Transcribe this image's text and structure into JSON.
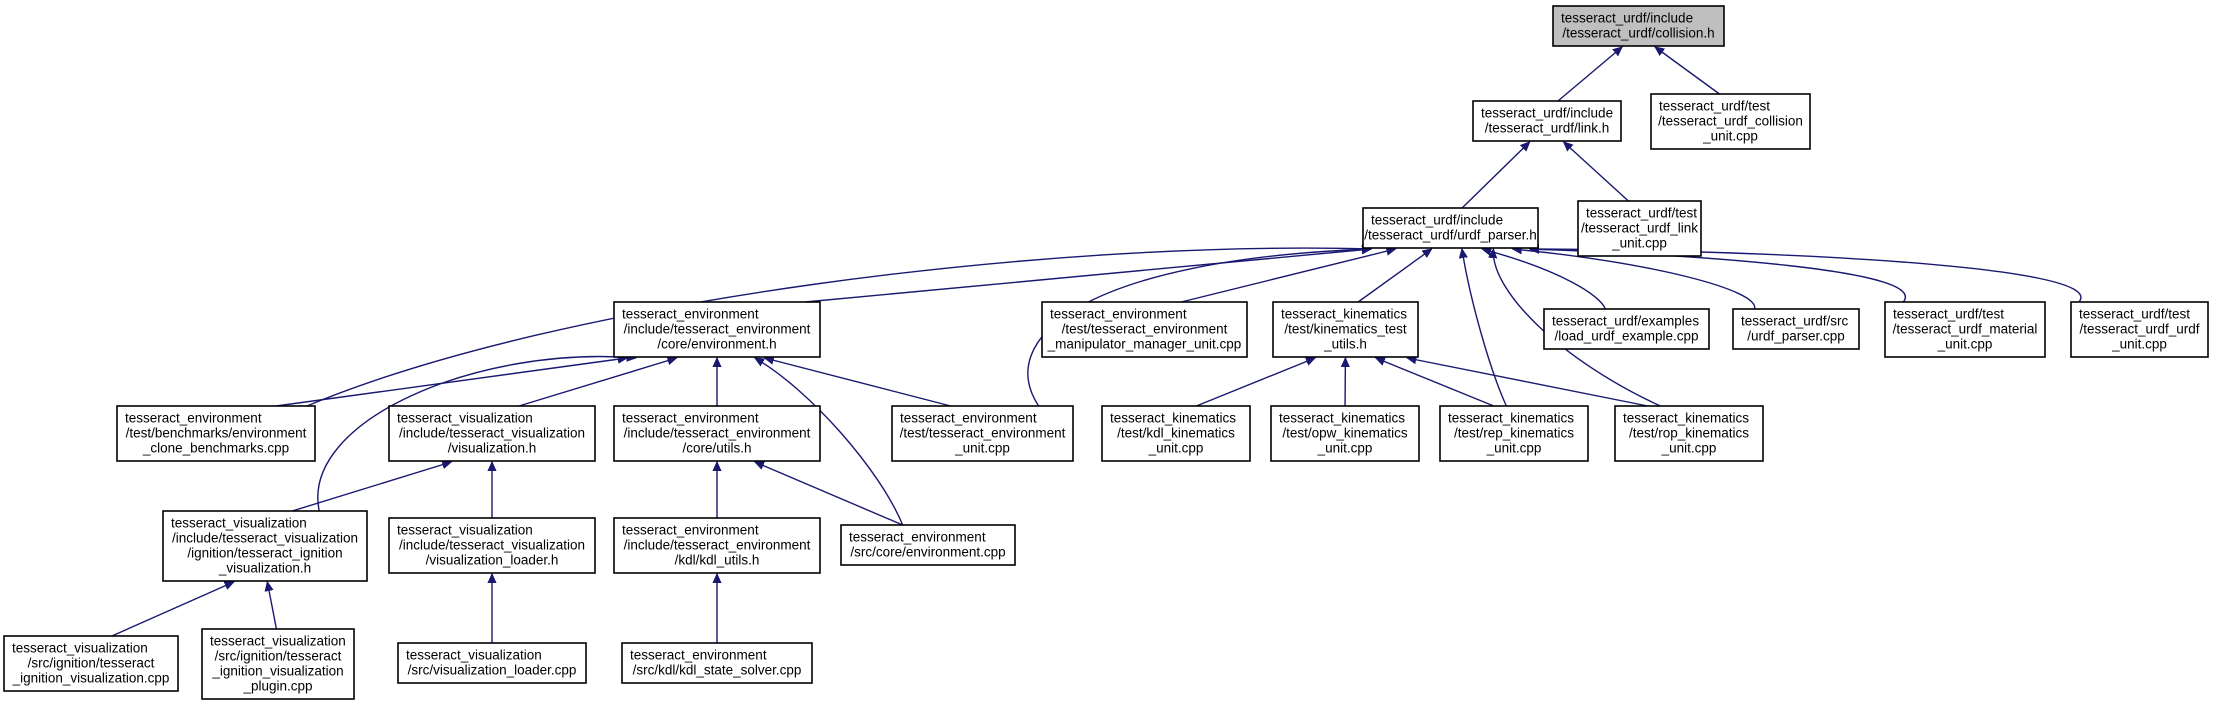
{
  "diagram": {
    "type": "include-dependency-graph",
    "colors": {
      "edge": "#191970",
      "root_fill": "#bfbfbf",
      "node_fill": "#ffffff",
      "node_border": "#000000"
    },
    "nodes": [
      {
        "id": "collision_h",
        "lines": [
          "tesseract_urdf/include",
          "/tesseract_urdf/collision.h"
        ],
        "root": true
      },
      {
        "id": "link_h",
        "lines": [
          "tesseract_urdf/include",
          "/tesseract_urdf/link.h"
        ]
      },
      {
        "id": "collision_unit",
        "lines": [
          "tesseract_urdf/test",
          "/tesseract_urdf_collision",
          "_unit.cpp"
        ]
      },
      {
        "id": "urdf_parser_h",
        "lines": [
          "tesseract_urdf/include",
          "/tesseract_urdf/urdf_parser.h"
        ]
      },
      {
        "id": "link_unit",
        "lines": [
          "tesseract_urdf/test",
          "/tesseract_urdf_link",
          "_unit.cpp"
        ]
      },
      {
        "id": "environment_h",
        "lines": [
          "tesseract_environment",
          "/include/tesseract_environment",
          "/core/environment.h"
        ]
      },
      {
        "id": "manip_unit",
        "lines": [
          "tesseract_environment",
          "/test/tesseract_environment",
          "_manipulator_manager_unit.cpp"
        ]
      },
      {
        "id": "kin_test_utils",
        "lines": [
          "tesseract_kinematics",
          "/test/kinematics_test",
          "_utils.h"
        ]
      },
      {
        "id": "load_urdf_example",
        "lines": [
          "tesseract_urdf/examples",
          "/load_urdf_example.cpp"
        ]
      },
      {
        "id": "urdf_parser_cpp",
        "lines": [
          "tesseract_urdf/src",
          "/urdf_parser.cpp"
        ]
      },
      {
        "id": "material_unit",
        "lines": [
          "tesseract_urdf/test",
          "/tesseract_urdf_material",
          "_unit.cpp"
        ]
      },
      {
        "id": "urdf_unit",
        "lines": [
          "tesseract_urdf/test",
          "/tesseract_urdf_urdf",
          "_unit.cpp"
        ]
      },
      {
        "id": "clone_bench",
        "lines": [
          "tesseract_environment",
          "/test/benchmarks/environment",
          "_clone_benchmarks.cpp"
        ]
      },
      {
        "id": "visualization_h",
        "lines": [
          "tesseract_visualization",
          "/include/tesseract_visualization",
          "/visualization.h"
        ]
      },
      {
        "id": "core_utils_h",
        "lines": [
          "tesseract_environment",
          "/include/tesseract_environment",
          "/core/utils.h"
        ]
      },
      {
        "id": "env_unit",
        "lines": [
          "tesseract_environment",
          "/test/tesseract_environment",
          "_unit.cpp"
        ]
      },
      {
        "id": "kdl_kin_unit",
        "lines": [
          "tesseract_kinematics",
          "/test/kdl_kinematics",
          "_unit.cpp"
        ]
      },
      {
        "id": "opw_kin_unit",
        "lines": [
          "tesseract_kinematics",
          "/test/opw_kinematics",
          "_unit.cpp"
        ]
      },
      {
        "id": "rep_kin_unit",
        "lines": [
          "tesseract_kinematics",
          "/test/rep_kinematics",
          "_unit.cpp"
        ]
      },
      {
        "id": "rop_kin_unit",
        "lines": [
          "tesseract_kinematics",
          "/test/rop_kinematics",
          "_unit.cpp"
        ]
      },
      {
        "id": "ign_vis_h",
        "lines": [
          "tesseract_visualization",
          "/include/tesseract_visualization",
          "/ignition/tesseract_ignition",
          "_visualization.h"
        ]
      },
      {
        "id": "vis_loader_h",
        "lines": [
          "tesseract_visualization",
          "/include/tesseract_visualization",
          "/visualization_loader.h"
        ]
      },
      {
        "id": "kdl_utils_h",
        "lines": [
          "tesseract_environment",
          "/include/tesseract_environment",
          "/kdl/kdl_utils.h"
        ]
      },
      {
        "id": "env_cpp",
        "lines": [
          "tesseract_environment",
          "/src/core/environment.cpp"
        ]
      },
      {
        "id": "ign_vis_cpp",
        "lines": [
          "tesseract_visualization",
          "/src/ignition/tesseract",
          "_ignition_visualization.cpp"
        ]
      },
      {
        "id": "ign_plugin_cpp",
        "lines": [
          "tesseract_visualization",
          "/src/ignition/tesseract",
          "_ignition_visualization",
          "_plugin.cpp"
        ]
      },
      {
        "id": "vis_loader_cpp",
        "lines": [
          "tesseract_visualization",
          "/src/visualization_loader.cpp"
        ]
      },
      {
        "id": "kdl_state_solver_cpp",
        "lines": [
          "tesseract_environment",
          "/src/kdl/kdl_state_solver.cpp"
        ]
      }
    ],
    "edges": [
      [
        "link_h",
        "collision_h"
      ],
      [
        "collision_unit",
        "collision_h"
      ],
      [
        "urdf_parser_h",
        "link_h"
      ],
      [
        "link_unit",
        "link_h"
      ],
      [
        "clone_bench",
        "urdf_parser_h"
      ],
      [
        "environment_h",
        "urdf_parser_h"
      ],
      [
        "env_unit",
        "urdf_parser_h"
      ],
      [
        "manip_unit",
        "urdf_parser_h"
      ],
      [
        "kin_test_utils",
        "urdf_parser_h"
      ],
      [
        "rep_kin_unit",
        "urdf_parser_h"
      ],
      [
        "rop_kin_unit",
        "urdf_parser_h"
      ],
      [
        "load_urdf_example",
        "urdf_parser_h"
      ],
      [
        "urdf_parser_cpp",
        "urdf_parser_h"
      ],
      [
        "material_unit",
        "urdf_parser_h"
      ],
      [
        "urdf_unit",
        "urdf_parser_h"
      ],
      [
        "clone_bench",
        "environment_h"
      ],
      [
        "ign_vis_h",
        "environment_h"
      ],
      [
        "visualization_h",
        "environment_h"
      ],
      [
        "core_utils_h",
        "environment_h"
      ],
      [
        "env_unit",
        "environment_h"
      ],
      [
        "env_cpp",
        "environment_h"
      ],
      [
        "kdl_kin_unit",
        "kin_test_utils"
      ],
      [
        "opw_kin_unit",
        "kin_test_utils"
      ],
      [
        "rep_kin_unit",
        "kin_test_utils"
      ],
      [
        "rop_kin_unit",
        "kin_test_utils"
      ],
      [
        "ign_vis_h",
        "visualization_h"
      ],
      [
        "vis_loader_h",
        "visualization_h"
      ],
      [
        "kdl_utils_h",
        "core_utils_h"
      ],
      [
        "env_cpp",
        "core_utils_h"
      ],
      [
        "ign_vis_cpp",
        "ign_vis_h"
      ],
      [
        "ign_plugin_cpp",
        "ign_vis_h"
      ],
      [
        "vis_loader_cpp",
        "vis_loader_h"
      ],
      [
        "kdl_state_solver_cpp",
        "kdl_utils_h"
      ]
    ]
  }
}
